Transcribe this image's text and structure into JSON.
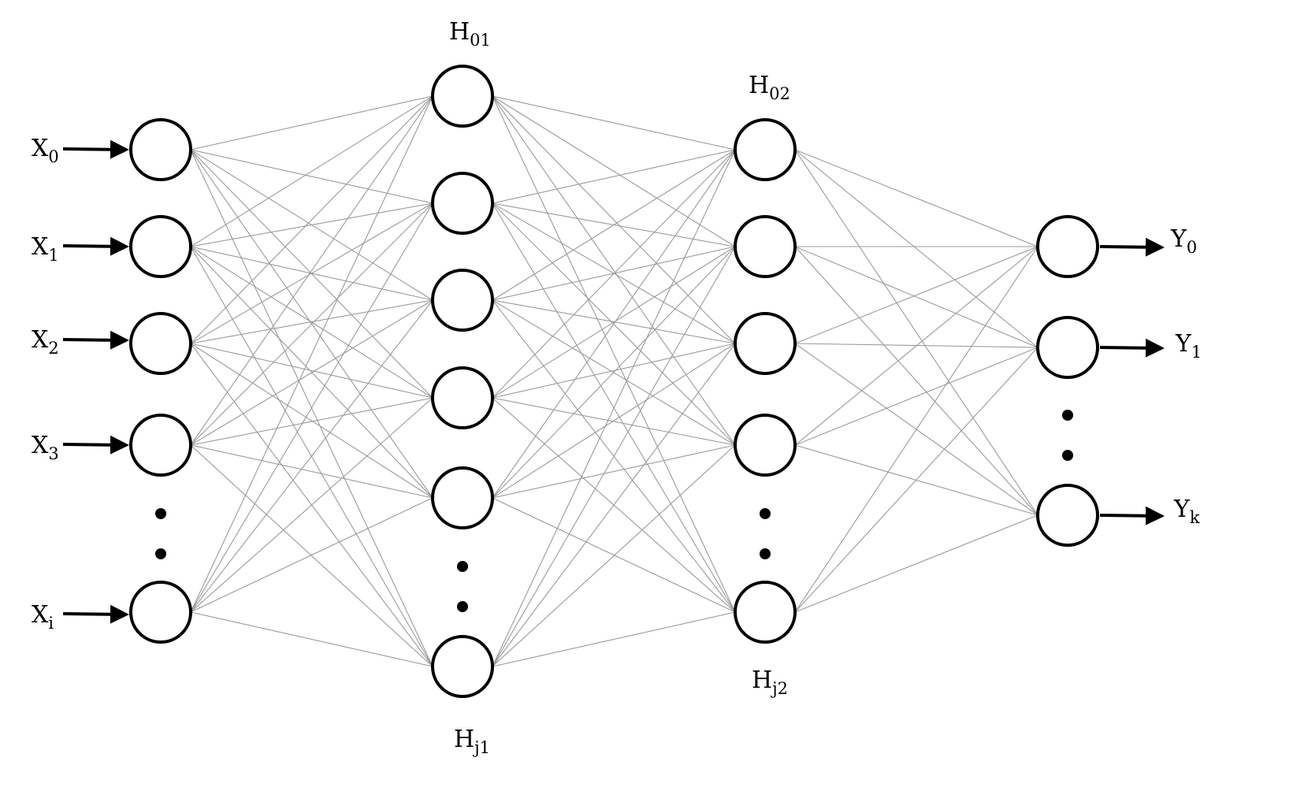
{
  "diagram": {
    "input_labels": [
      {
        "base": "X",
        "sub": "0"
      },
      {
        "base": "X",
        "sub": "1"
      },
      {
        "base": "X",
        "sub": "2"
      },
      {
        "base": "X",
        "sub": "3"
      },
      {
        "base": "X",
        "sub": "i"
      }
    ],
    "hidden1_labels": {
      "top": {
        "base": "H",
        "sub": "01"
      },
      "bottom": {
        "base": "H",
        "sub": "j1"
      }
    },
    "hidden2_labels": {
      "top": {
        "base": "H",
        "sub": "02"
      },
      "bottom": {
        "base": "H",
        "sub": "j2"
      }
    },
    "output_labels": [
      {
        "base": "Y",
        "sub": "0"
      },
      {
        "base": "Y",
        "sub": "1"
      },
      {
        "base": "Y",
        "sub": "k"
      }
    ],
    "colors": {
      "node_stroke": "#000000",
      "connection": "#9a9a9a",
      "background": "#ffffff"
    }
  }
}
